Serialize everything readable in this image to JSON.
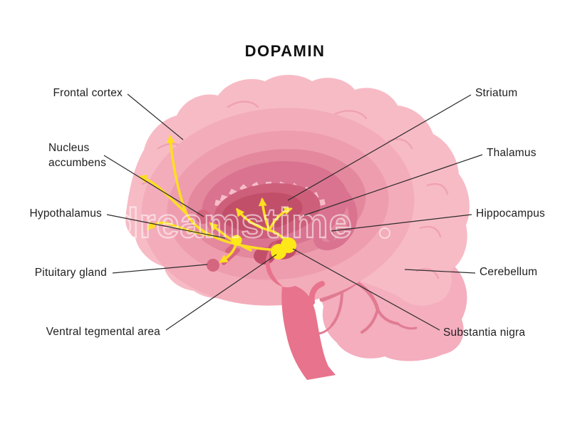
{
  "title": "DOPAMIN",
  "watermark": {
    "text": "dreamstime"
  },
  "labels": {
    "frontal_cortex": "Frontal cortex",
    "nucleus_accumbens": "Nucleus accumbens",
    "hypothalamus": "Hypothalamus",
    "pituitary_gland": "Pituitary gland",
    "ventral_tegmental_area": "Ventral tegmental area",
    "striatum": "Striatum",
    "thalamus": "Thalamus",
    "hippocampus": "Hippocampus",
    "cerebellum": "Cerebellum",
    "substantia_nigra": "Substantia nigra"
  },
  "colors": {
    "cortex": "#F7BBC5",
    "cortex_inner": "#F3ACBA",
    "ring_mid": "#EE9DAF",
    "ring_deep": "#E3889D",
    "band": "#D97390",
    "stripes": "#F5BCC7",
    "center_field": "#CE5F7B",
    "core": "#C24F6A",
    "structure_dot": "#D56680",
    "stem": "#E8738D",
    "cerebellum_fill": "#F4AEBE",
    "cerebellum_branch": "#E17B92",
    "gyri_line": "#EFA2B2",
    "pathway": "#FFDE21",
    "pathway_node": "#FFE818",
    "leader_line": "#2B2B2B",
    "label_text": "#1E1E1E",
    "watermark_stroke": "rgba(255,255,255,0.55)"
  }
}
